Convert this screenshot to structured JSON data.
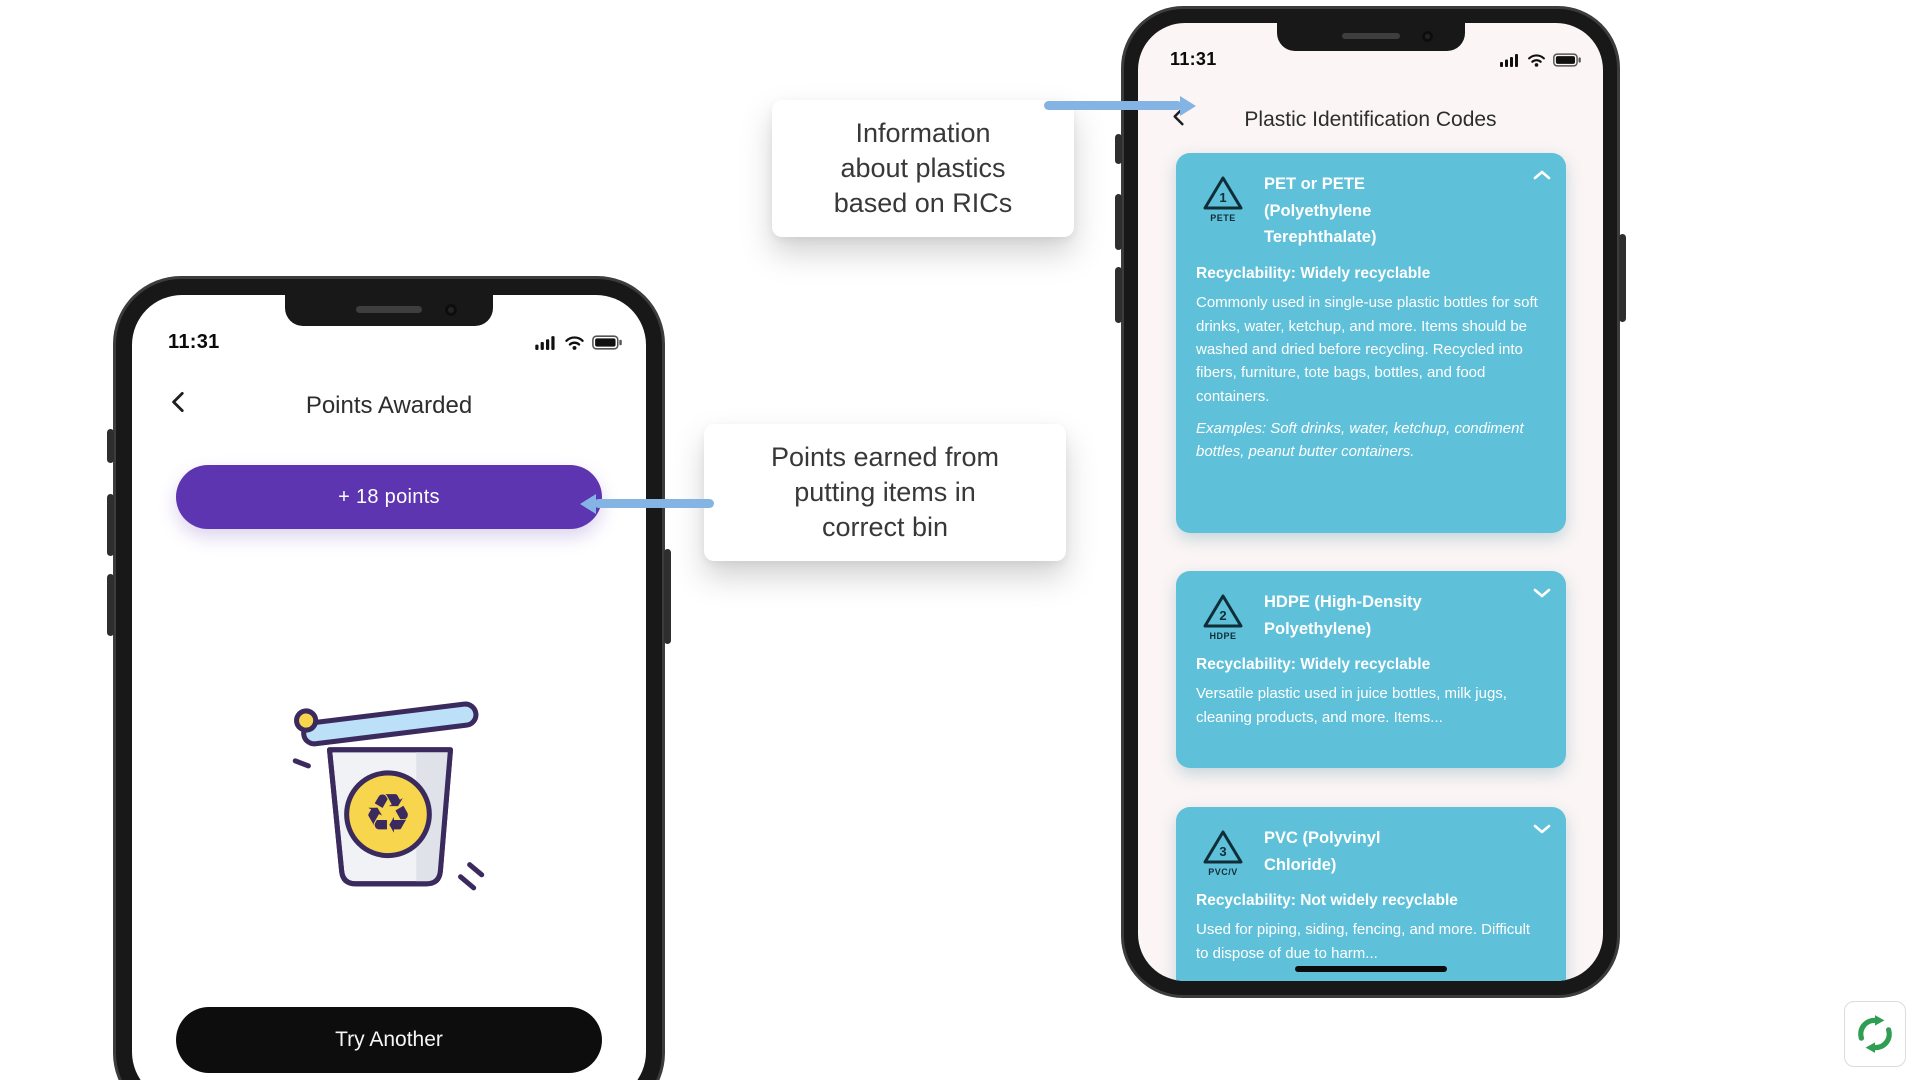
{
  "annotations": {
    "ric_note": {
      "lines": [
        "Information",
        "about plastics",
        "based on RICs"
      ]
    },
    "points_note": {
      "lines": [
        "Points earned from",
        "putting items in",
        "correct bin"
      ]
    }
  },
  "left_phone": {
    "status": {
      "time": "11:31"
    },
    "header": {
      "title": "Points Awarded"
    },
    "points_button": {
      "label": "+ 18 points"
    },
    "try_another_button": {
      "label": "Try Another"
    }
  },
  "right_phone": {
    "status": {
      "time": "11:31"
    },
    "header": {
      "title": "Plastic Identification Codes"
    },
    "cards": [
      {
        "ric_number": "1",
        "ric_label": "PETE",
        "title": "PET or PETE (Polyethylene Terephthalate)",
        "recyclability": "Recyclability: Widely recyclable",
        "description": "Commonly used in single-use plastic bottles for soft drinks, water, ketchup, and more. Items should be washed and dried before recycling. Recycled into fibers, furniture, tote bags, bottles, and food containers.",
        "examples": "Examples: Soft drinks, water, ketchup, condiment bottles, peanut butter containers.",
        "state": "expanded"
      },
      {
        "ric_number": "2",
        "ric_label": "HDPE",
        "title": "HDPE (High-Density Polyethylene)",
        "recyclability": "Recyclability: Widely recyclable",
        "description": "Versatile plastic used in juice bottles, milk jugs, cleaning products, and more. Items...",
        "state": "collapsed"
      },
      {
        "ric_number": "3",
        "ric_label": "PVC/V",
        "title": "PVC (Polyvinyl Chloride)",
        "recyclability": "Recyclability: Not widely recyclable",
        "description": "Used for piping, siding, fencing, and more. Difficult to dispose of due to harm...",
        "state": "collapsed"
      }
    ]
  },
  "colors": {
    "points_button": "#5E35B1",
    "card_teal": "#5FC0D9",
    "annotation_arrow": "#84B4E4",
    "bin_yellow": "#F7D64E",
    "bin_lid_blue": "#BCE0F7",
    "bin_outline": "#3A2A5E",
    "logo_green": "#2F9E52",
    "try_button_black": "#0D0D0D"
  }
}
